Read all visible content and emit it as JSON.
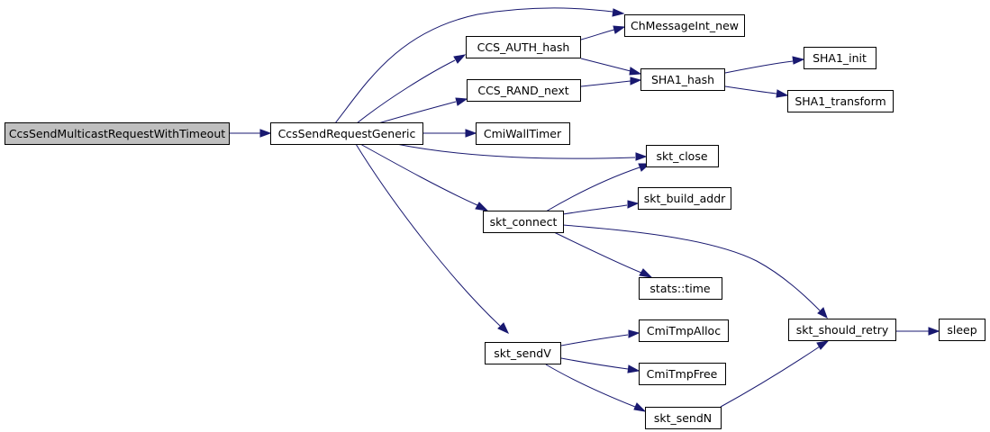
{
  "nodes": {
    "root": "CcsSendMulticastRequestWithTimeout",
    "generic": "CcsSendRequestGeneric",
    "auth": "CCS_AUTH_hash",
    "rand": "CCS_RAND_next",
    "chmsg": "ChMessageInt_new",
    "sha1hash": "SHA1_hash",
    "sha1init": "SHA1_init",
    "sha1transform": "SHA1_transform",
    "wall": "CmiWallTimer",
    "close": "skt_close",
    "connect": "skt_connect",
    "buildaddr": "skt_build_addr",
    "time": "stats::time",
    "sendv": "skt_sendV",
    "alloc": "CmiTmpAlloc",
    "free": "CmiTmpFree",
    "sendn": "skt_sendN",
    "retry": "skt_should_retry",
    "sleep": "sleep"
  },
  "colors": {
    "edge": "#191970",
    "root_fill": "#bfbfbf",
    "node_fill": "#ffffff"
  }
}
